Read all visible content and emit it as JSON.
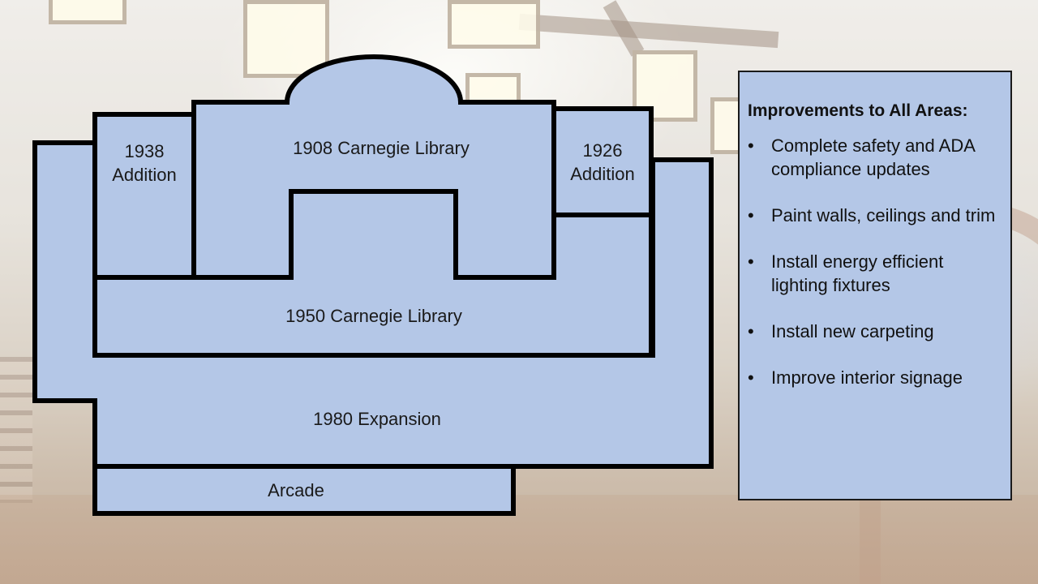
{
  "rooms": {
    "carnegie_1908": "1908 Carnegie Library",
    "addition_1938_line1": "1938",
    "addition_1938_line2": "Addition",
    "addition_1926_line1": "1926",
    "addition_1926_line2": "Addition",
    "carnegie_1950": "1950 Carnegie Library",
    "expansion_1980": "1980 Expansion",
    "arcade": "Arcade"
  },
  "panel": {
    "title": "Improvements to All Areas:",
    "bullet_glyph": "•",
    "items": [
      "Complete safety and ADA compliance updates",
      "Paint walls, ceilings and trim",
      "Install energy efficient lighting fixtures",
      "Install new carpeting",
      "Improve interior signage"
    ]
  },
  "colors": {
    "room_fill": "#b4c7e7",
    "outline": "#000000",
    "panel_fill": "#b4c7e7"
  }
}
